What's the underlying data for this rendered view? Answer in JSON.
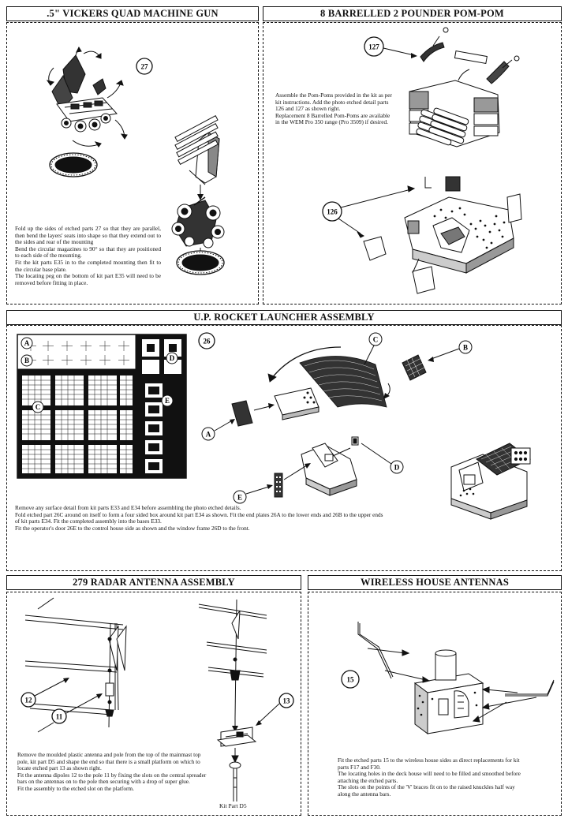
{
  "sections": {
    "vickers": {
      "title": ".5\" VICKERS QUAD MACHINE GUN",
      "callout": "27",
      "text": [
        "Fold up the sides of etched parts 27 so that they are parallel, then bend the layers' seats into shape so that they extend out to the sides and rear of the mounting",
        "Bend the circular magazines to 90° so that they are positioned to each side of the mounting.",
        "Fit the kit parts E35 in to the completed mounting then fit to the circular base plate.",
        "The locating peg on the bottom of kit part E35 will need to be removed before fitting in place."
      ]
    },
    "pompom": {
      "title": "8 BARRELLED 2 POUNDER POM-POM",
      "callouts": [
        "127",
        "126"
      ],
      "text": [
        "Assemble the Pom-Poms provided in the kit as per kit instructions.  Add the photo etched detail parts 126 and 127 as shown right.",
        "Replacement 8 Barrelled Pom-Poms are available in the WEM Pro 350 range (Pro 3509) if desired."
      ]
    },
    "rocket": {
      "title": "U.P. ROCKET LAUNCHER ASSEMBLY",
      "callout": "26",
      "fret_labels": [
        "A",
        "B",
        "C",
        "D",
        "E"
      ],
      "part_labels": [
        "A",
        "B",
        "C",
        "D",
        "E"
      ],
      "text": [
        "Remove any surface detail from kit parts E33 and E34 before assembling the photo etched details.",
        "Fold etched part 26C around on itself to form a four sided box around kit part E34 as shown.  Fit the end plates 26A to the lower ends and 26B to the upper ends of kit parts E34.  Fit the completed assembly into the bases E33.",
        "Fit the operator's door 26E to the control house side as shown and the window frame 26D to the front."
      ]
    },
    "radar": {
      "title": "279 RADAR ANTENNA ASSEMBLY",
      "callouts": [
        "12",
        "11",
        "13"
      ],
      "kit_part_label": "Kit Part D5",
      "text": [
        "Remove the moulded plastic antenna and pole from the top of the mainmast top pole, kit part D5 and shape the end so that there is a small platform on which to locate etched part 13 as shown right.",
        "Fit the antenna dipoles 12 to the pole 11 by fixing the slots on the central spreader bars on the antennas on to the pole then securing with a drop of super glue.",
        "Fit the assembly to the etched slot on the platform."
      ]
    },
    "wireless": {
      "title": "WIRELESS HOUSE ANTENNAS",
      "callout": "15",
      "text": [
        "Fit the etched parts 15 to the wireless house sides as direct replacements for kit parts F17 and F30.",
        "The locating holes in the deck house will need to be filled and smoothed before attaching the etched parts.",
        "The slots on the points of the 'V' braces fit on to the raised knuckles half way along the antenna bars."
      ]
    }
  }
}
